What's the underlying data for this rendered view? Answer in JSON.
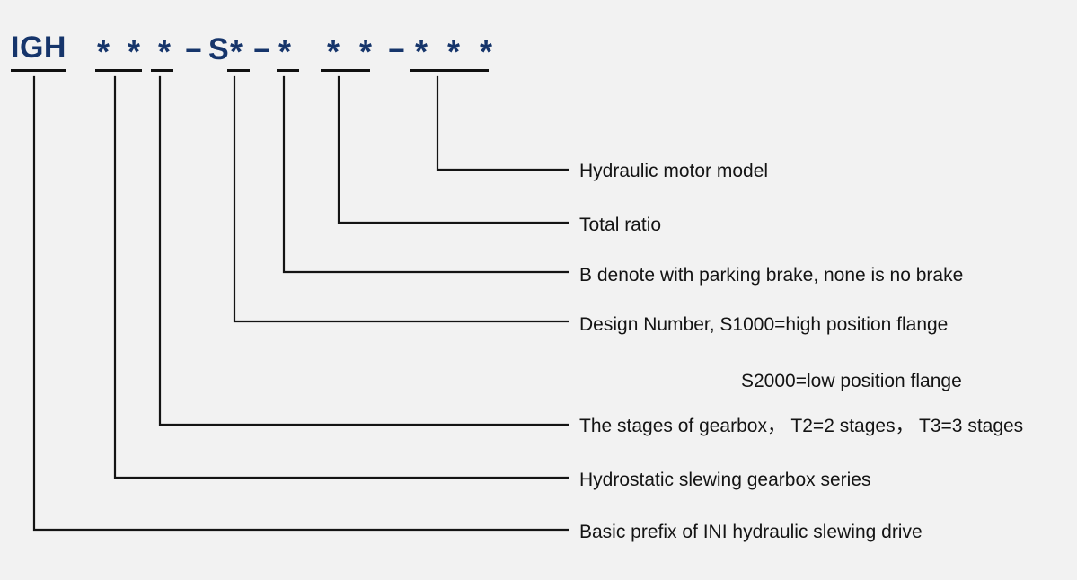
{
  "diagram": {
    "title": "IGH hydraulic slewing drive model designation",
    "ink_color": "#141414",
    "code_color": "#16356b",
    "background": "#f2f2f2"
  },
  "code": {
    "tokens": [
      {
        "text": "IGH",
        "kind": "prefix"
      },
      {
        "text": "*",
        "kind": "star"
      },
      {
        "text": "*",
        "kind": "star"
      },
      {
        "text": "*",
        "kind": "star"
      },
      {
        "text": "−",
        "kind": "dash"
      },
      {
        "text": "S",
        "kind": "s"
      },
      {
        "text": "*",
        "kind": "star"
      },
      {
        "text": "−",
        "kind": "dash"
      },
      {
        "text": "*",
        "kind": "star"
      },
      {
        "text": "*",
        "kind": "star"
      },
      {
        "text": "*",
        "kind": "star"
      },
      {
        "text": "−",
        "kind": "dash"
      },
      {
        "text": "*",
        "kind": "star"
      },
      {
        "text": "*",
        "kind": "star"
      },
      {
        "text": "*",
        "kind": "star"
      }
    ],
    "full_code": "IGH ***-S*-* **-***"
  },
  "callouts": [
    {
      "id": "motor",
      "label": "Hydraulic motor model"
    },
    {
      "id": "ratio",
      "label": "Total ratio"
    },
    {
      "id": "brake",
      "label": "B denote with parking brake, none is no brake"
    },
    {
      "id": "design",
      "label": "Design Number, S1000=high position flange"
    },
    {
      "id": "stages",
      "label": "The stages of gearbox， T2=2 stages， T3=3 stages"
    },
    {
      "id": "series",
      "label": "Hydrostatic slewing gearbox series"
    },
    {
      "id": "prefix",
      "label": "Basic prefix of INI hydraulic slewing drive"
    }
  ],
  "continuation": {
    "design_line2": "S2000=low position flange"
  }
}
